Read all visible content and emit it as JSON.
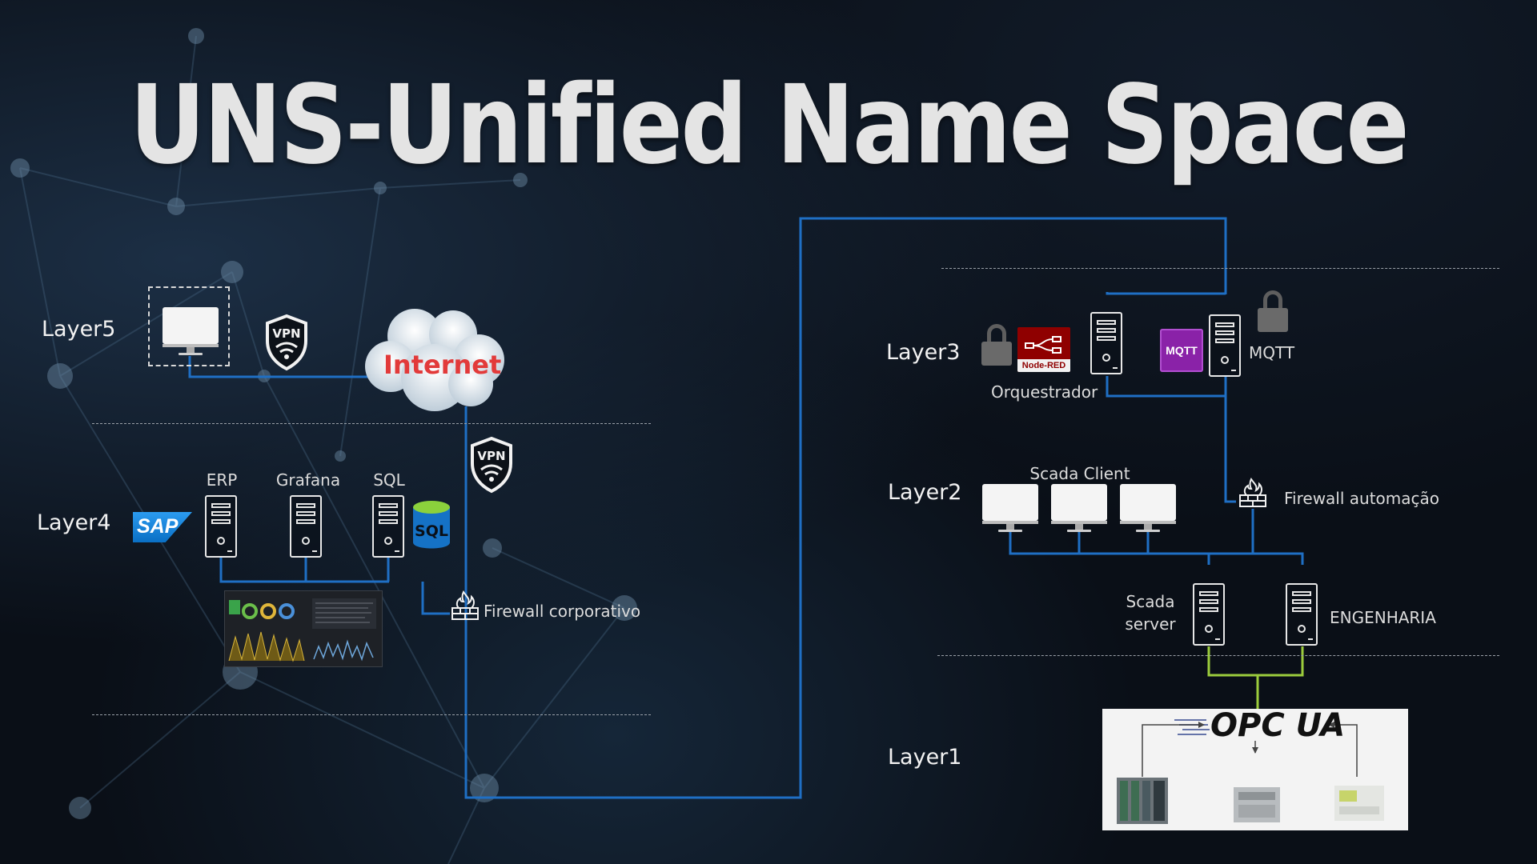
{
  "title": "UNS-Unified Name Space",
  "colors": {
    "link": "#1f6fc4",
    "field_link": "#9ccc3c",
    "internet_text": "#e23a3a",
    "title": "#e4e4e4"
  },
  "layers": {
    "layer5": "Layer5",
    "layer4": "Layer4",
    "layer3": "Layer3",
    "layer2": "Layer2",
    "layer1": "Layer1"
  },
  "cloud": {
    "label": "Internet",
    "icon": "cloud-icon"
  },
  "vpn": {
    "label": "VPN",
    "icon": "vpn-shield-icon"
  },
  "layer4": {
    "sap_logo": "SAP",
    "erp": "ERP",
    "grafana": "Grafana",
    "sql": "SQL",
    "sql_logo": "SQL",
    "firewall": "Firewall corporativo"
  },
  "layer3": {
    "nodered_logo": "Node-RED",
    "orchestrator": "Orquestrador",
    "mqtt_logo": "MQTT",
    "mqtt": "MQTT"
  },
  "layer2": {
    "scada_client": "Scada Client",
    "firewall": "Firewall automação",
    "scada_server": "Scada server",
    "engineering": "ENGENHARIA"
  },
  "layer1": {
    "opc_logo": "OPC UA"
  }
}
